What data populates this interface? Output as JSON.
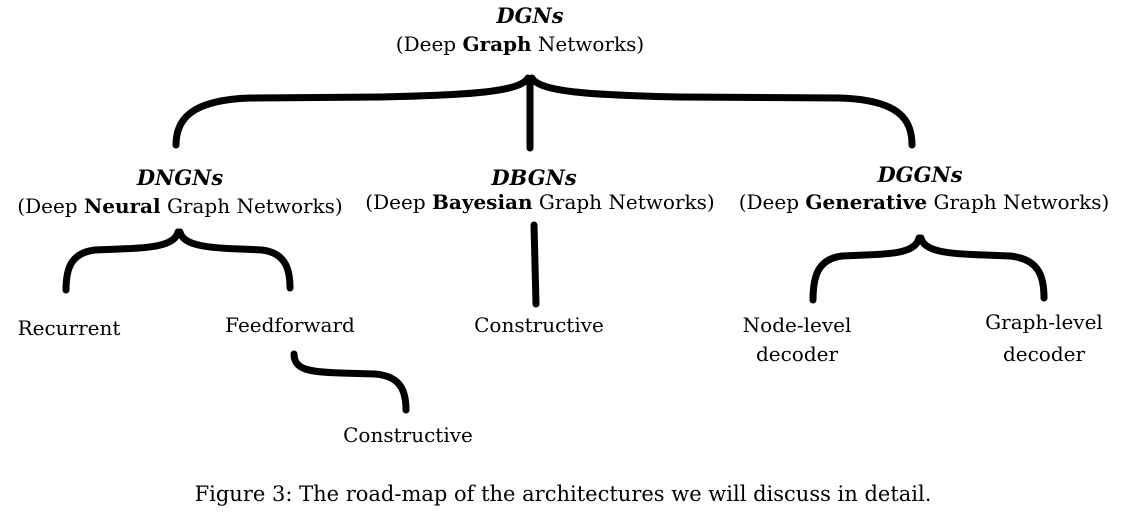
{
  "root": {
    "acronym": "DGNs",
    "full_prefix": "(Deep ",
    "full_bold": "Graph",
    "full_suffix": " Networks)"
  },
  "branches": [
    {
      "acronym": "DNGNs",
      "full_prefix": "(Deep ",
      "full_bold": "Neural",
      "full_suffix": " Graph Networks)",
      "children": [
        "Recurrent",
        "Feedforward"
      ],
      "grandchild": "Constructive"
    },
    {
      "acronym": "DBGNs",
      "full_prefix": "(Deep ",
      "full_bold": "Bayesian",
      "full_suffix": " Graph Networks)",
      "children": [
        "Constructive"
      ]
    },
    {
      "acronym": "DGGNs",
      "full_prefix": "(Deep ",
      "full_bold": "Generative",
      "full_suffix": " Graph Networks)",
      "children": [
        {
          "line1": "Node-level",
          "line2": "decoder"
        },
        {
          "line1": "Graph-level",
          "line2": "decoder"
        }
      ]
    }
  ],
  "caption": "Figure 3: The road-map of the architectures we will discuss in detail."
}
